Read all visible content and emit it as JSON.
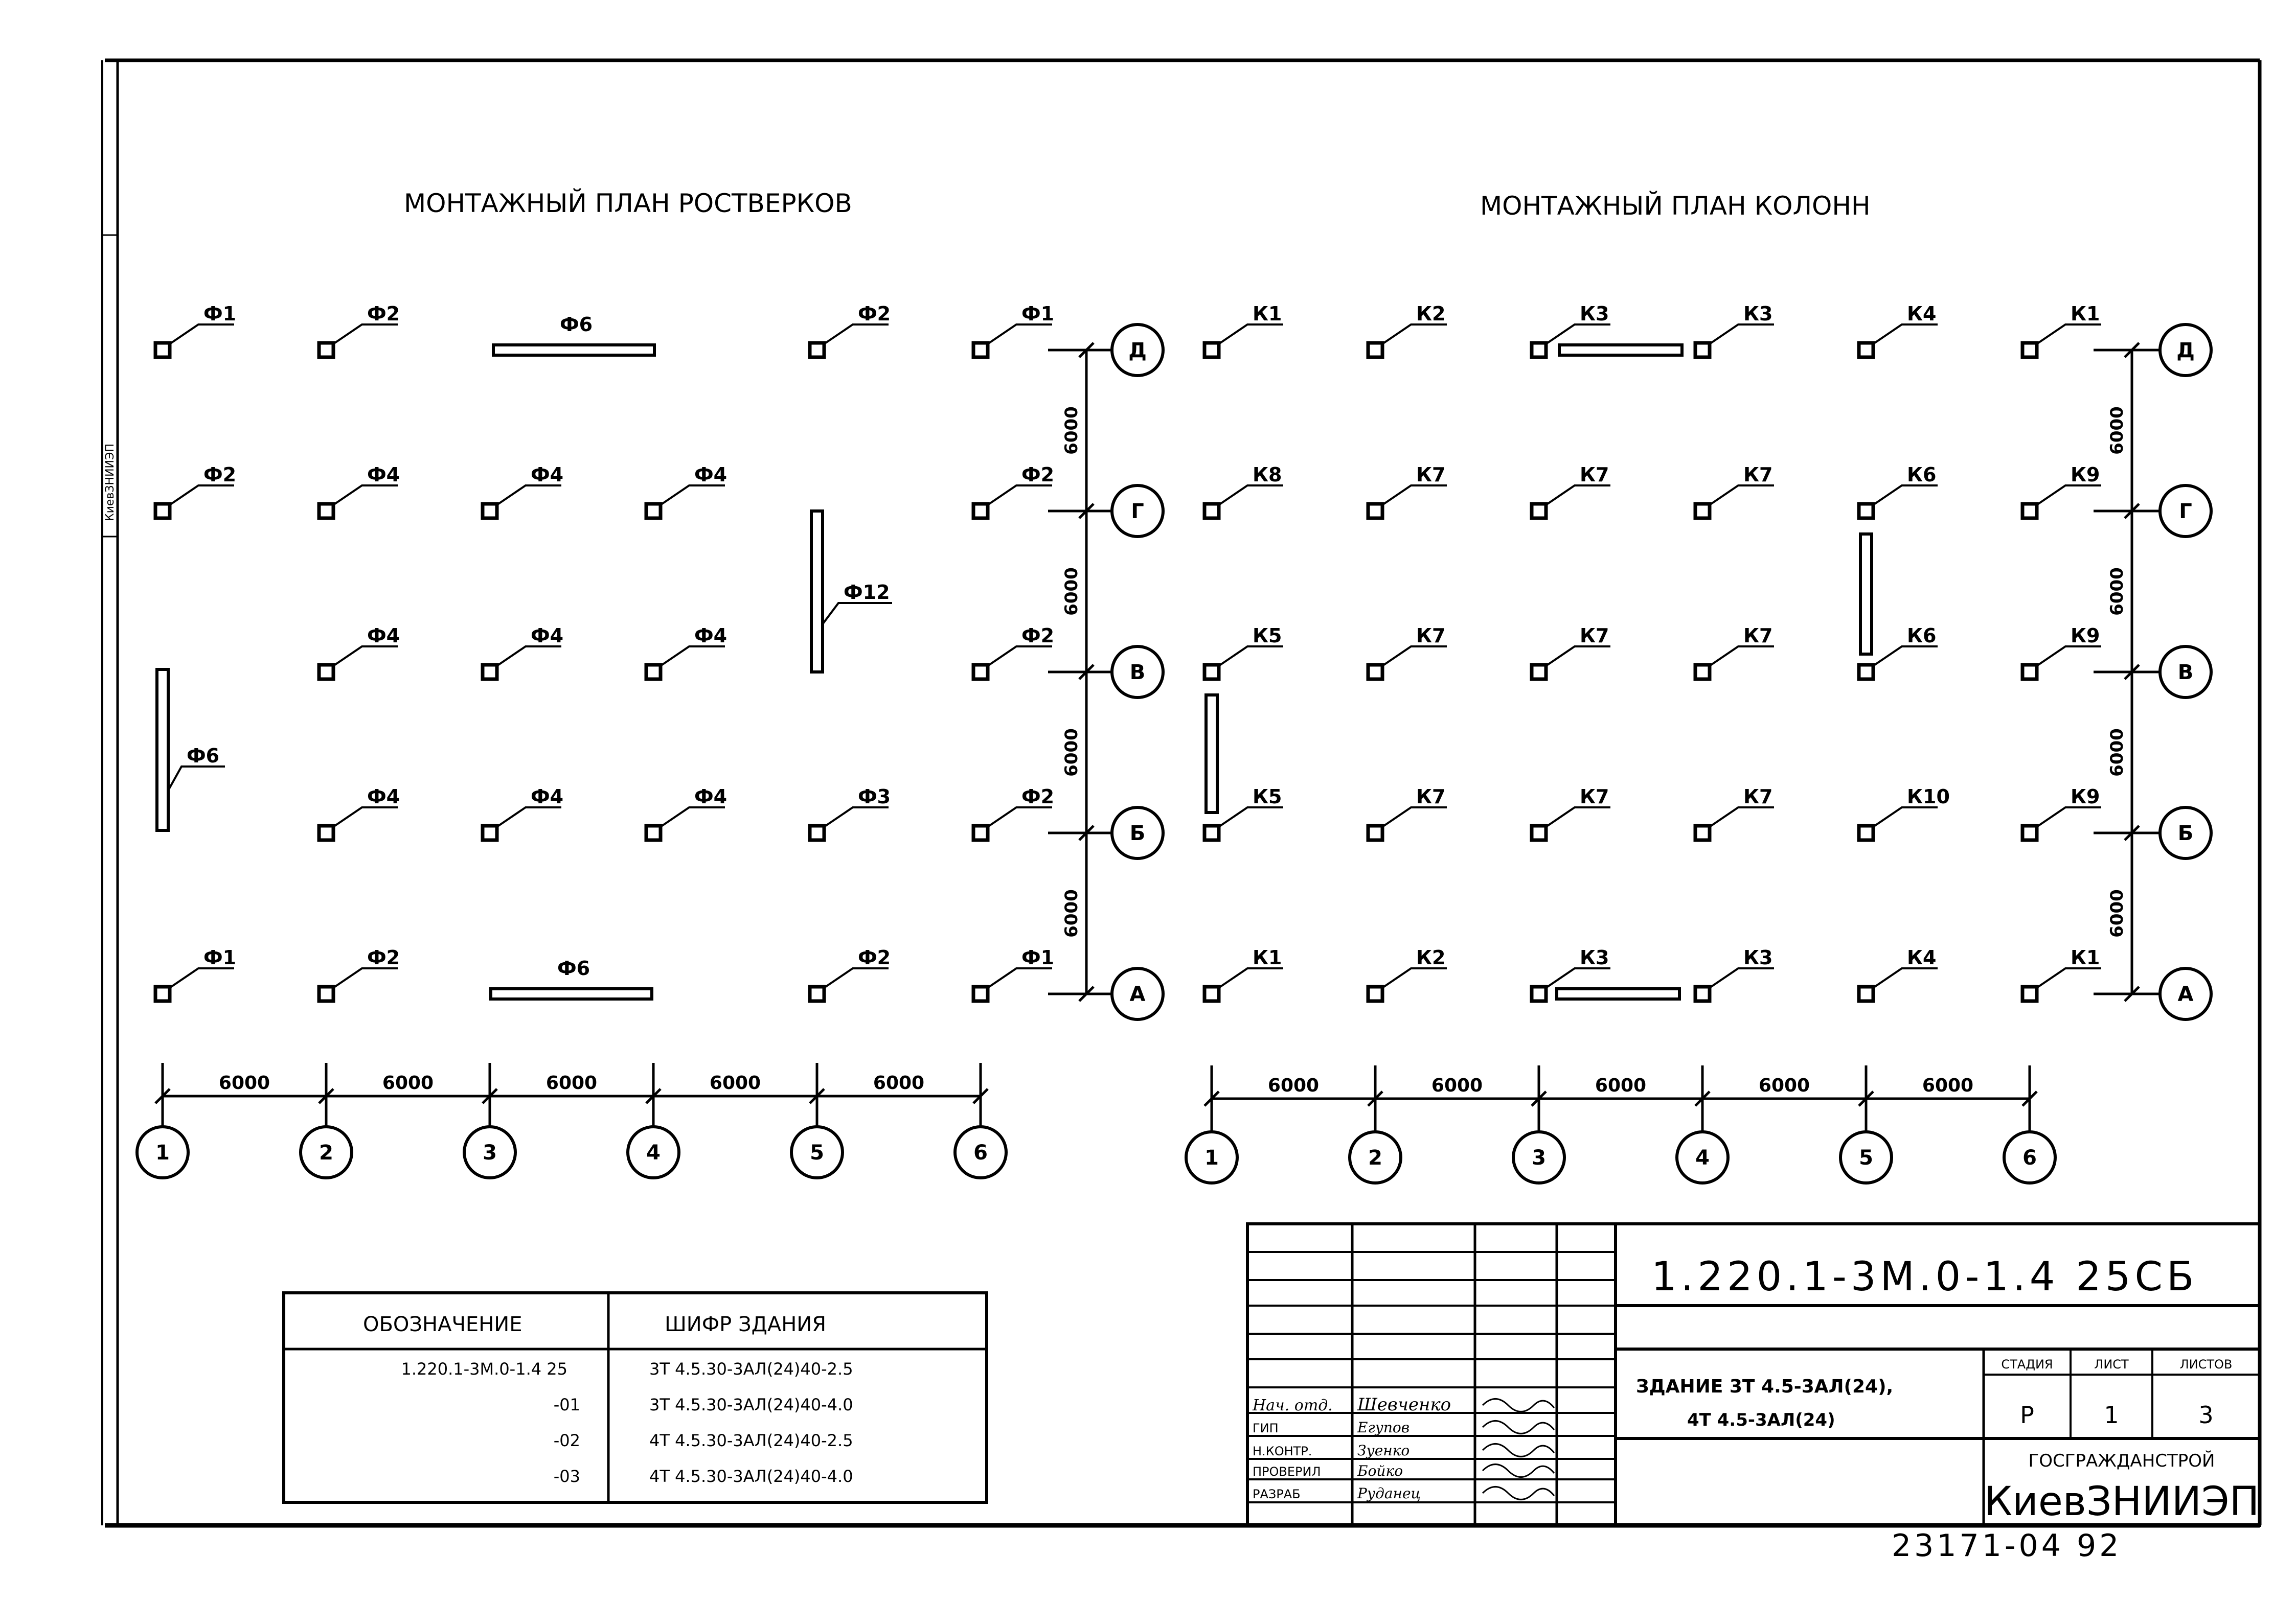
{
  "plan_left": {
    "title": "МОНТАЖНЫЙ ПЛАН РОСТВЕРКОВ",
    "rows": [
      [
        "Ф1",
        "Ф2",
        "",
        "Ф2",
        "Ф1"
      ],
      [
        "Ф2",
        "Ф4",
        "Ф4",
        "Ф4",
        "",
        "Ф2"
      ],
      [
        "",
        "Ф4",
        "Ф4",
        "Ф4",
        "",
        "Ф2"
      ],
      [
        "",
        "Ф4",
        "Ф4",
        "Ф4",
        "Ф3",
        "Ф2"
      ],
      [
        "Ф1",
        "Ф2",
        "",
        "Ф2",
        "Ф1"
      ]
    ],
    "beam_labels": {
      "top": "Ф6",
      "bottom": "Ф6",
      "left": "Ф6",
      "middle": "Ф12"
    }
  },
  "plan_right": {
    "title": "МОНТАЖНЫЙ ПЛАН КОЛОНН",
    "rows": [
      [
        "К1",
        "К2",
        "К3",
        "К3",
        "К4",
        "К1"
      ],
      [
        "К8",
        "К7",
        "К7",
        "К7",
        "К6",
        "К9"
      ],
      [
        "К5",
        "К7",
        "К7",
        "К7",
        "К6",
        "К9"
      ],
      [
        "К5",
        "К7",
        "К7",
        "К7",
        "К10",
        "К9"
      ],
      [
        "К1",
        "К2",
        "К3",
        "К3",
        "К4",
        "К1"
      ]
    ]
  },
  "axes": {
    "letters": [
      "Д",
      "Г",
      "В",
      "Б",
      "А"
    ],
    "numbers": [
      "1",
      "2",
      "3",
      "4",
      "5",
      "6"
    ],
    "spacing": "6000"
  },
  "designation_table": {
    "headers": [
      "ОБОЗНАЧЕНИЕ",
      "ШИФР ЗДАНИЯ"
    ],
    "rows": [
      {
        "code": "1.220.1-3М.0-1.4 25",
        "cipher": "3Т 4.5.30-3АЛ(24)40-2.5"
      },
      {
        "code": "-01",
        "cipher": "3Т 4.5.30-3АЛ(24)40-4.0"
      },
      {
        "code": "-02",
        "cipher": "4Т 4.5.30-3АЛ(24)40-2.5"
      },
      {
        "code": "-03",
        "cipher": "4Т 4.5.30-3АЛ(24)40-4.0"
      }
    ]
  },
  "title_block": {
    "doc_code": "1.220.1-3М.0-1.4 25СБ",
    "building_line1": "ЗДАНИЕ  3Т 4.5-3АЛ(24),",
    "building_line2": "4Т 4.5-3АЛ(24)",
    "stage_label": "СТАДИЯ",
    "sheet_label": "ЛИСТ",
    "sheets_label": "ЛИСТОВ",
    "stage_value": "Р",
    "sheet_value": "1",
    "sheets_value": "3",
    "org_line1": "ГОСГРАЖДАНСТРОЙ",
    "org_line2": "КиевЗНИИЭП",
    "signatures": [
      {
        "role": "Нач. отд.",
        "name": "Шевченко"
      },
      {
        "role": "ГИП",
        "name": "Егупов"
      },
      {
        "role": "Н.КОНТР.",
        "name": "Зуенко"
      },
      {
        "role": "ПРОВЕРИЛ",
        "name": "Бойко"
      },
      {
        "role": "РАЗРАБ",
        "name": "Руданец"
      }
    ],
    "inventory_number": "23171-04 92"
  },
  "stamp_text": "КиевЗНИИЭП"
}
